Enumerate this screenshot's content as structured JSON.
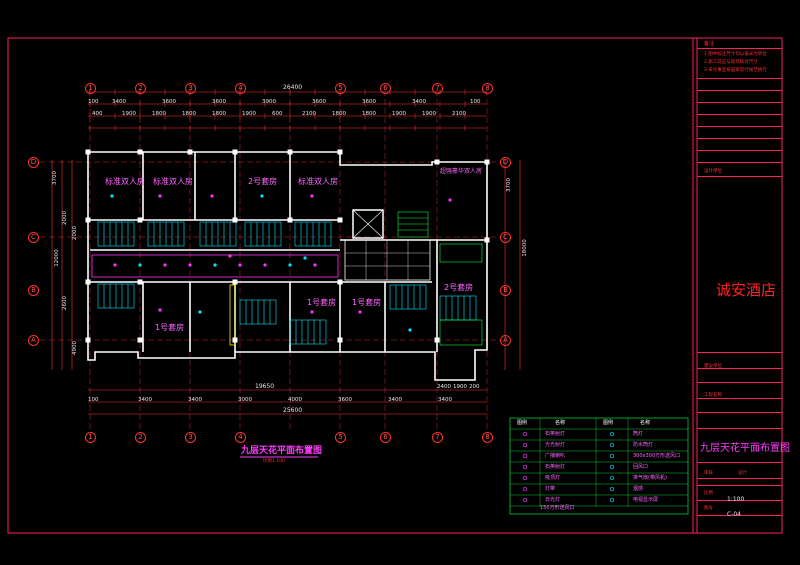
{
  "drawing": {
    "title": "九层天花平面布置图",
    "subtitle": "比例1:100",
    "total_dim_top": "26400",
    "total_dim_bottom": "25600",
    "sub_dim_bottom": "19650",
    "axis_numbers": [
      "1",
      "2",
      "3",
      "4",
      "5",
      "6",
      "7",
      "8"
    ],
    "axis_letters": [
      "D",
      "C",
      "B",
      "A"
    ],
    "top_dims_row1": [
      "100",
      "3400",
      "3600",
      "3600",
      "3900",
      "3600",
      "3600",
      "3400",
      "100"
    ],
    "top_dims_row2": [
      "400",
      "1900",
      "1800",
      "1800",
      "1800",
      "1900",
      "600",
      "2100",
      "1800",
      "1800",
      "1900",
      "1900",
      "2100"
    ],
    "bottom_dims": [
      "100",
      "3400",
      "3400",
      "3000",
      "4000",
      "3600",
      "3400",
      "3400"
    ],
    "bottom_dims_right": [
      "2400",
      "1900",
      "200"
    ],
    "left_dims": [
      "3700",
      "2000",
      "2000",
      "12000",
      "2600",
      "4900"
    ],
    "right_dims": [
      "3700",
      "18000"
    ],
    "rooms": [
      {
        "label": "标准双人房"
      },
      {
        "label": "标准双人房"
      },
      {
        "label": "2号套房"
      },
      {
        "label": "标准双人房"
      },
      {
        "label": "超强豪华双人房"
      },
      {
        "label": "1号套房"
      },
      {
        "label": "1号套房"
      },
      {
        "label": "1号套房"
      },
      {
        "label": "2号套房"
      }
    ]
  },
  "title_block": {
    "notes_header": "备注",
    "notes": [
      "1.图中标注尺寸均以毫米为单位",
      "2.施工前应与现场核对尺寸",
      "3.未尽事宜按国家现行规范执行"
    ],
    "client": "诚安酒店",
    "fields": [
      "设计单位",
      "建设单位",
      "工程名称",
      "审核",
      "设计",
      "比例",
      "图号"
    ],
    "drawing_name": "九层天花平面布置图",
    "scale": "1:100",
    "drawing_no": "C-04"
  },
  "legend": {
    "headers": [
      "图例",
      "名称",
      "图例",
      "名称"
    ],
    "rows": [
      [
        "石英射灯",
        "筒灯"
      ],
      [
        "光光射灯",
        "防水筒灯"
      ],
      [
        "广播喇叭",
        "300x300方形送风口"
      ],
      [
        "石英射灯",
        "回风口"
      ],
      [
        "吸顶灯",
        "排气扇(带风机)"
      ],
      [
        "灯带",
        "烟感"
      ],
      [
        "日光灯",
        "电视显示屏"
      ]
    ],
    "footer": "150方形送风口"
  },
  "colors": {
    "frame": "#ff2060",
    "axis": "#ff3030",
    "wall": "#ffffff",
    "room_label": "#ff66ff",
    "cyan": "#00e5ff",
    "green": "#00ff40",
    "legend_border": "#00cc33",
    "client_text": "#ff2020",
    "drawing_title": "#ff3cff"
  }
}
